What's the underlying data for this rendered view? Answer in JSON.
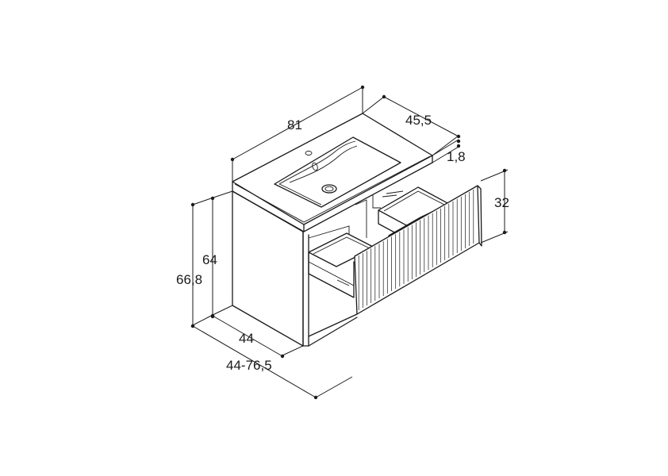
{
  "dimensions": {
    "width": "81",
    "depth": "45,5",
    "top_thickness": "1,8",
    "drawer_height": "32",
    "cabinet_height": "64",
    "total_height": "66,8",
    "cabinet_depth": "44",
    "depth_with_drawer": "44-76,5"
  },
  "colors": {
    "line": "#1a1a1a",
    "background": "#ffffff"
  }
}
